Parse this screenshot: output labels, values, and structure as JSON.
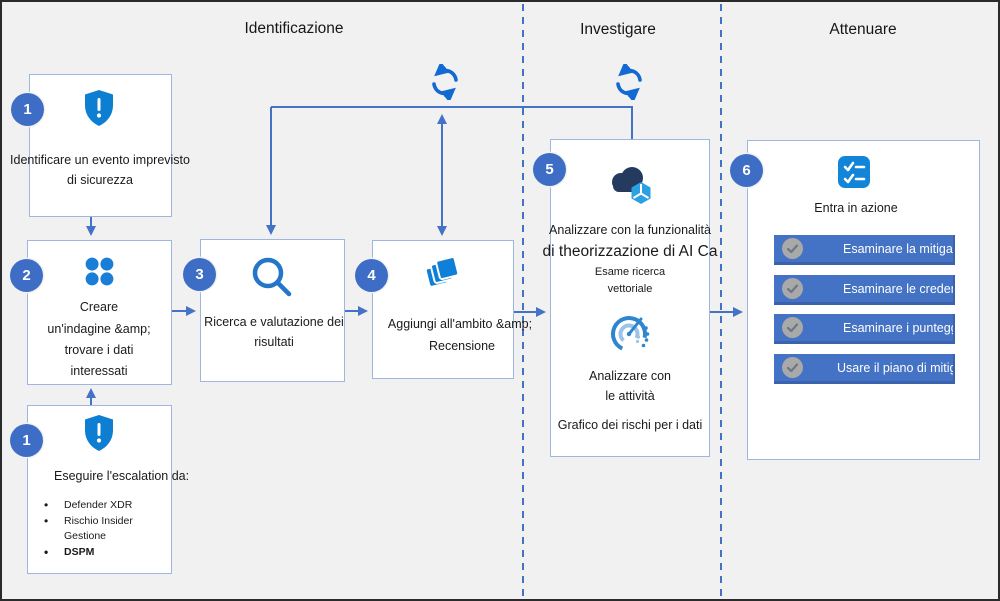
{
  "colors": {
    "accent": "#4472c4",
    "icon_blue": "#0f7ed7",
    "badge_blue": "#3e6dc6",
    "bar_blue": "#4472c4",
    "page_bg": "#f1f1f2",
    "box_border": "#9fb6e0"
  },
  "headers": {
    "identificazione": "Identificazione",
    "investigare": "Investigare",
    "attenuare": "Attenuare"
  },
  "steps": {
    "step1": {
      "badge": "1",
      "line1": "Identificare un evento imprevisto",
      "line2": "di sicurezza"
    },
    "step2": {
      "badge": "2",
      "line1": "Creare",
      "line2": "un'indagine &amp;",
      "line3": "trovare i dati",
      "line4": "interessati"
    },
    "step3": {
      "badge": "3",
      "line1": "Ricerca e valutazione dei",
      "line2": "risultati"
    },
    "step4": {
      "badge": "4",
      "line1": "Aggiungi all'ambito &amp;",
      "line2": "Recensione"
    },
    "step5": {
      "badge": "5",
      "line1": "Analizzare con la funzionalità",
      "line2": "di theorizzazione di AI Ca",
      "line3": "Esame ricerca",
      "line4": "vettoriale",
      "line5": "Analizzare con",
      "line6": "le attività",
      "line7": "Grafico dei rischi per i dati"
    },
    "step6": {
      "badge": "6",
      "title": "Entra in azione",
      "action1": "Esaminare la mitigazione",
      "action2": "Esaminare le credenziali",
      "action3": "Esaminare i punteggi di rischio",
      "action4": "Usare il piano di mitigazione"
    },
    "escalation": {
      "badge": "1",
      "title": "Eseguire l'escalation da:",
      "bullet1": "Defender XDR",
      "bullet2": "Rischio Insider Gestione",
      "bullet3": "DSPM"
    }
  },
  "icons": [
    "shield-alert-icon",
    "dots-grid-icon",
    "search-icon",
    "layers-icon",
    "cloud-cube-icon",
    "activity-graph-icon",
    "checklist-icon",
    "check-circle-icon",
    "sync-icon"
  ]
}
